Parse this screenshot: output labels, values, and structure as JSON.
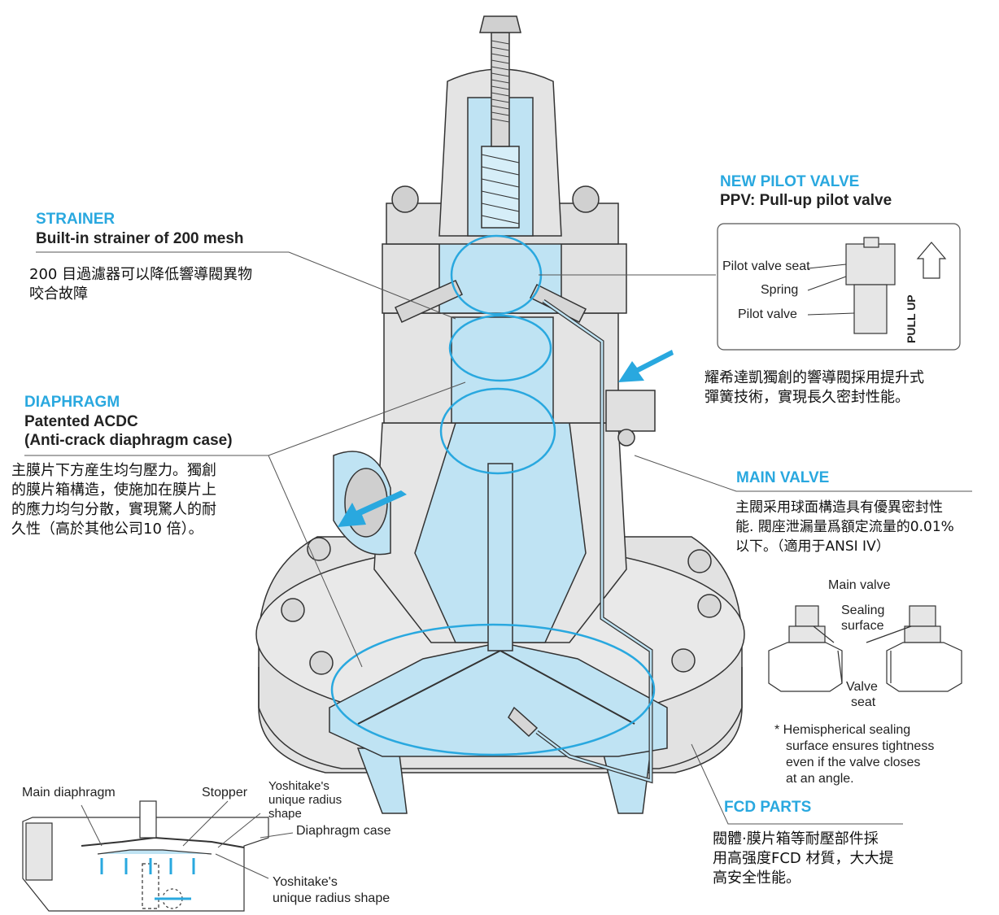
{
  "strainer": {
    "title": "STRAINER",
    "subtitle": "Built-in strainer of 200 mesh",
    "desc": [
      "200 目過濾器可以降低響導閥異物",
      "咬合故障"
    ]
  },
  "diaphragm": {
    "title": "DIAPHRAGM",
    "subtitle1": "Patented ACDC",
    "subtitle2": "(Anti-crack diaphragm case)",
    "desc": [
      "主膜片下方産生均勻壓力。獨創",
      "的膜片箱構造，使施加在膜片上",
      "的應力均勻分散，實現驚人的耐",
      "久性（高於其他公司10 倍）。"
    ]
  },
  "pilot": {
    "title": "NEW PILOT VALVE",
    "subtitle": "PPV: Pull-up pilot valve",
    "labels": {
      "seat": "Pilot valve seat",
      "spring": "Spring",
      "valve": "Pilot valve",
      "pull": "PULL UP"
    },
    "desc": [
      "耀希達凱獨創的響導閥採用提升式",
      "彈簧技術，實現長久密封性能。"
    ]
  },
  "main_valve": {
    "title": "MAIN VALVE",
    "desc": [
      "主閥采用球面構造具有優異密封性",
      "能. 閥座泄漏量爲額定流量的0.01%",
      "以下。（適用于ANSI IV）"
    ],
    "labels": {
      "main": "Main valve",
      "sealing": "Sealing",
      "surface": "surface",
      "valve": "Valve",
      "seat": "seat"
    },
    "note": [
      "* Hemispherical sealing",
      "surface ensures tightness",
      "even if the valve closes",
      "at an angle."
    ]
  },
  "fcd": {
    "title": "FCD PARTS",
    "desc": [
      "閥體·膜片箱等耐壓部件採",
      "用高强度FCD 材質，大大提",
      "高安全性能。"
    ]
  },
  "inset": {
    "main_diaphragm": "Main diaphragm",
    "stopper": "Stopper",
    "radius": [
      "Yoshitake's",
      "unique radius",
      "shape"
    ],
    "case": "Diaphragm case",
    "radius2": [
      "Yoshitake's",
      "unique radius shape"
    ]
  },
  "colors": {
    "accent": "#29a8df",
    "fill": "#bfe3f3",
    "body": "#e6e6e6"
  }
}
